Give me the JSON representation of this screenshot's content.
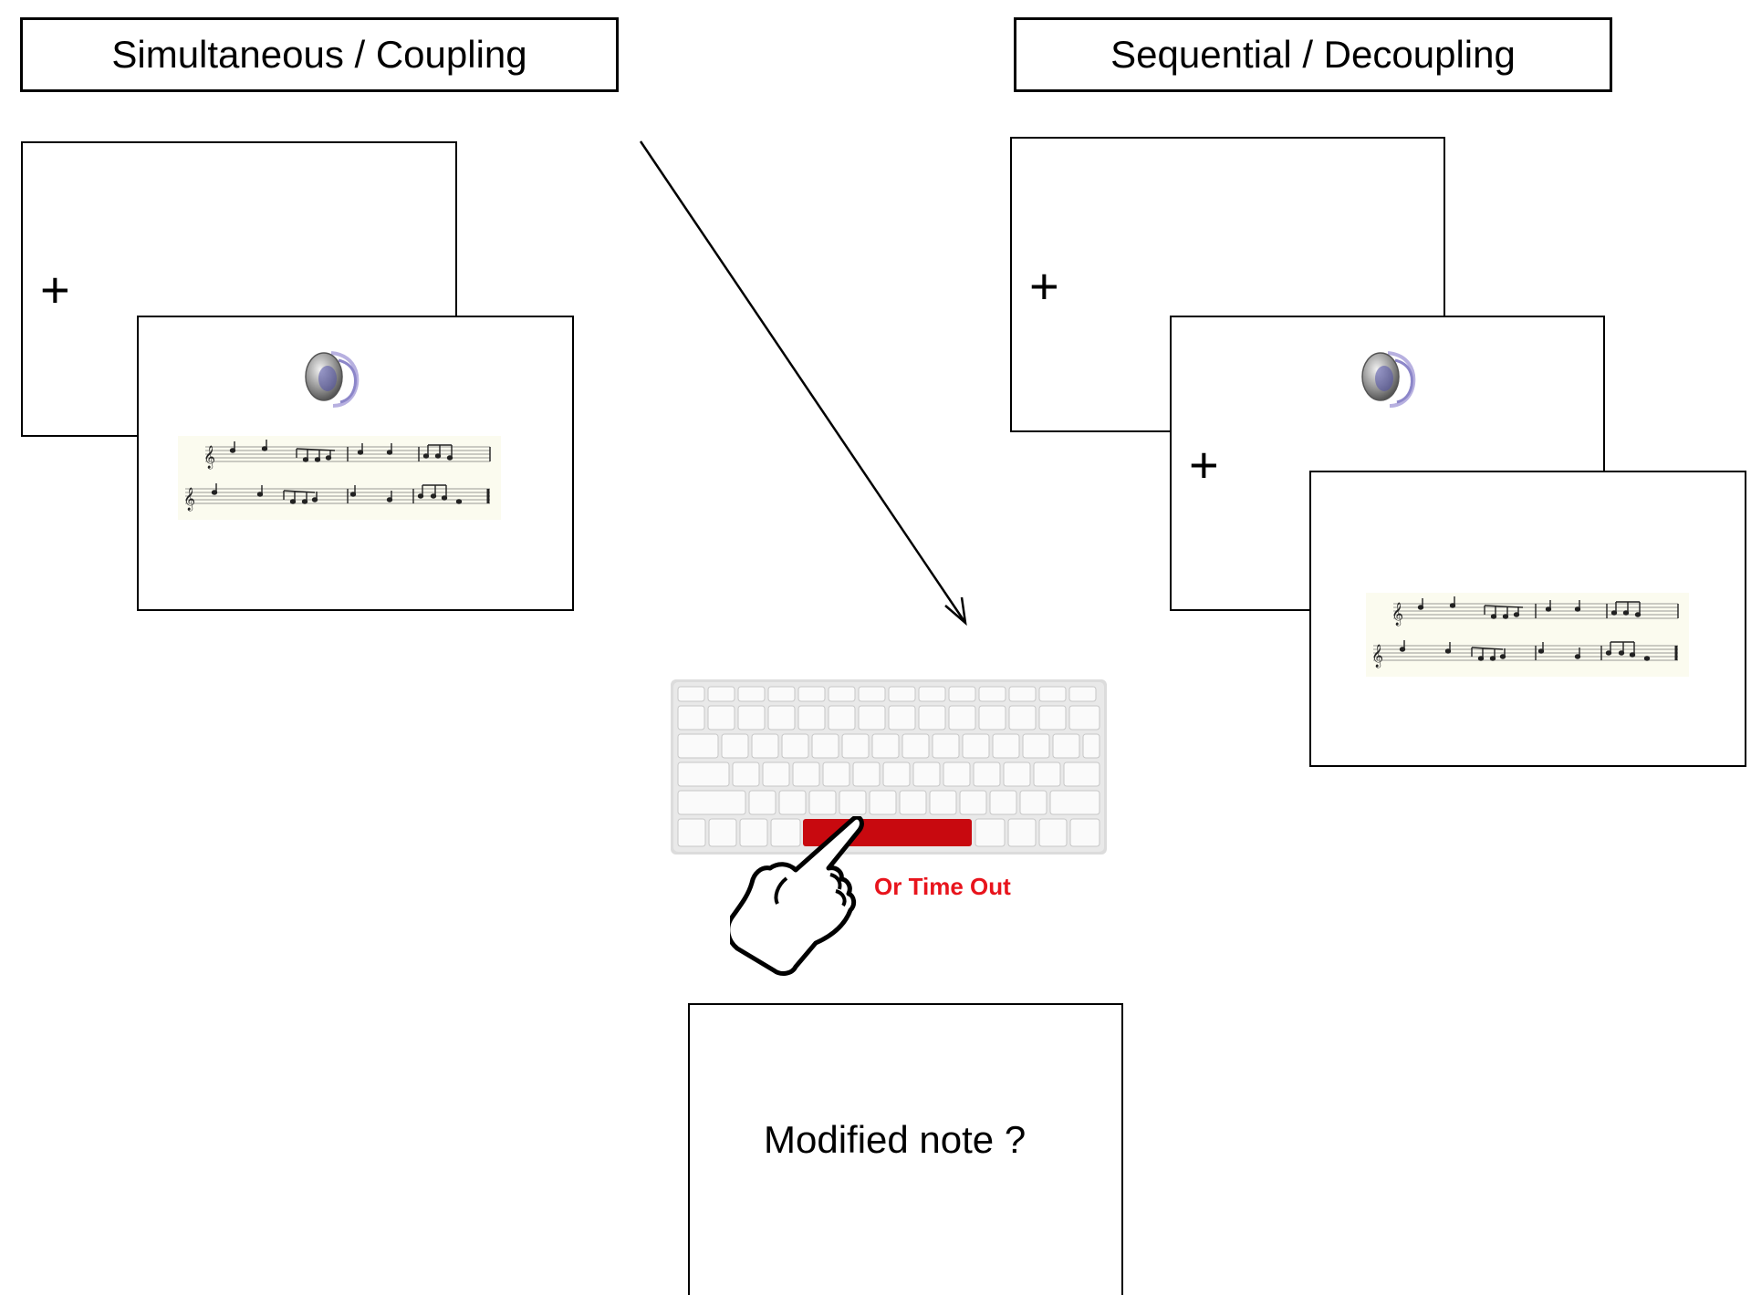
{
  "headers": {
    "left": "Simultaneous / Coupling",
    "right": "Sequential / Decoupling"
  },
  "symbols": {
    "fixation": "+",
    "speaker_icon": "speaker-icon",
    "hand_icon": "pointing-hand-icon",
    "keyboard_icon": "keyboard-icon"
  },
  "response": {
    "timeout_label": "Or Time Out",
    "question": "Modified note ?"
  },
  "colors": {
    "spacebar": "#c8090f",
    "timeout_text": "#e8141c",
    "score_background": "#fbfbef"
  }
}
